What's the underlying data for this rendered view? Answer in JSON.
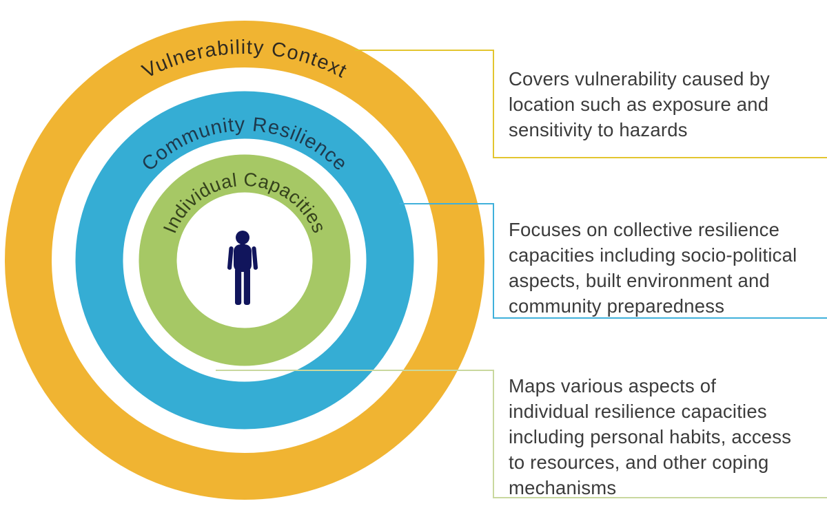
{
  "background": "#ffffff",
  "text_color": "#3b3b3b",
  "diagram": {
    "rings": [
      {
        "label": "Vulnerability Context",
        "color": "#F0B432",
        "label_color": "#2F2A20"
      },
      {
        "label": "Community Resilience",
        "color": "#35ADD4",
        "label_color": "#1E394C"
      },
      {
        "label": "Individual Capacities",
        "color": "#A6C865",
        "label_color": "#35421C"
      }
    ],
    "person_color": "#11155C"
  },
  "panels": [
    {
      "accent": "#E3C52F",
      "lines": [
        "Covers vulnerability caused by",
        "location such as exposure and",
        "sensitivity to hazards"
      ]
    },
    {
      "accent": "#3FB0DB",
      "lines": [
        "Focuses on collective resilience",
        "capacities including socio-political",
        "aspects, built environment and",
        "community preparedness"
      ]
    },
    {
      "accent": "#C9D89E",
      "lines": [
        "Maps various aspects of",
        "individual resilience capacities",
        "including personal habits, access",
        "to resources, and other coping",
        "mechanisms"
      ]
    }
  ]
}
